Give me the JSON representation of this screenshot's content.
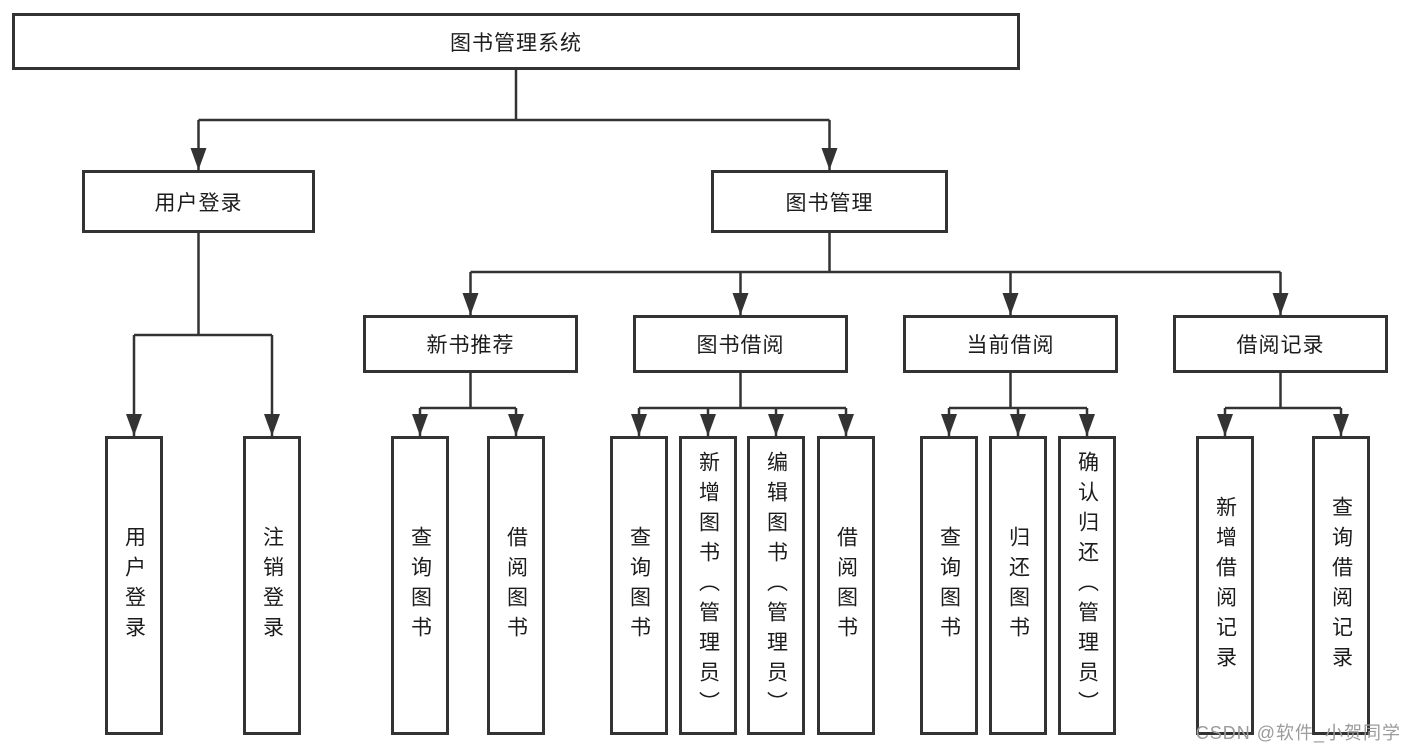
{
  "tree": {
    "root": {
      "label": "图书管理系统",
      "children": [
        {
          "label": "用户登录",
          "children": [
            {
              "label": "用户登录"
            },
            {
              "label": "注销登录"
            }
          ]
        },
        {
          "label": "图书管理",
          "children": [
            {
              "label": "新书推荐",
              "children": [
                {
                  "label": "查询图书"
                },
                {
                  "label": "借阅图书"
                }
              ]
            },
            {
              "label": "图书借阅",
              "children": [
                {
                  "label": "查询图书"
                },
                {
                  "label": "新增图书（管理员）"
                },
                {
                  "label": "编辑图书（管理员）"
                },
                {
                  "label": "借阅图书"
                }
              ]
            },
            {
              "label": "当前借阅",
              "children": [
                {
                  "label": "查询图书"
                },
                {
                  "label": "归还图书"
                },
                {
                  "label": "确认归还（管理员）"
                }
              ]
            },
            {
              "label": "借阅记录",
              "children": [
                {
                  "label": "新增借阅记录"
                },
                {
                  "label": "查询借阅记录"
                }
              ]
            }
          ]
        }
      ]
    }
  },
  "watermark": {
    "text": "CSDN @软件_小贺同学"
  },
  "colors": {
    "line": "#333333",
    "border": "#333333",
    "text": "#1c1c1c",
    "watermark": "#9b9b9b",
    "background": "#ffffff"
  }
}
